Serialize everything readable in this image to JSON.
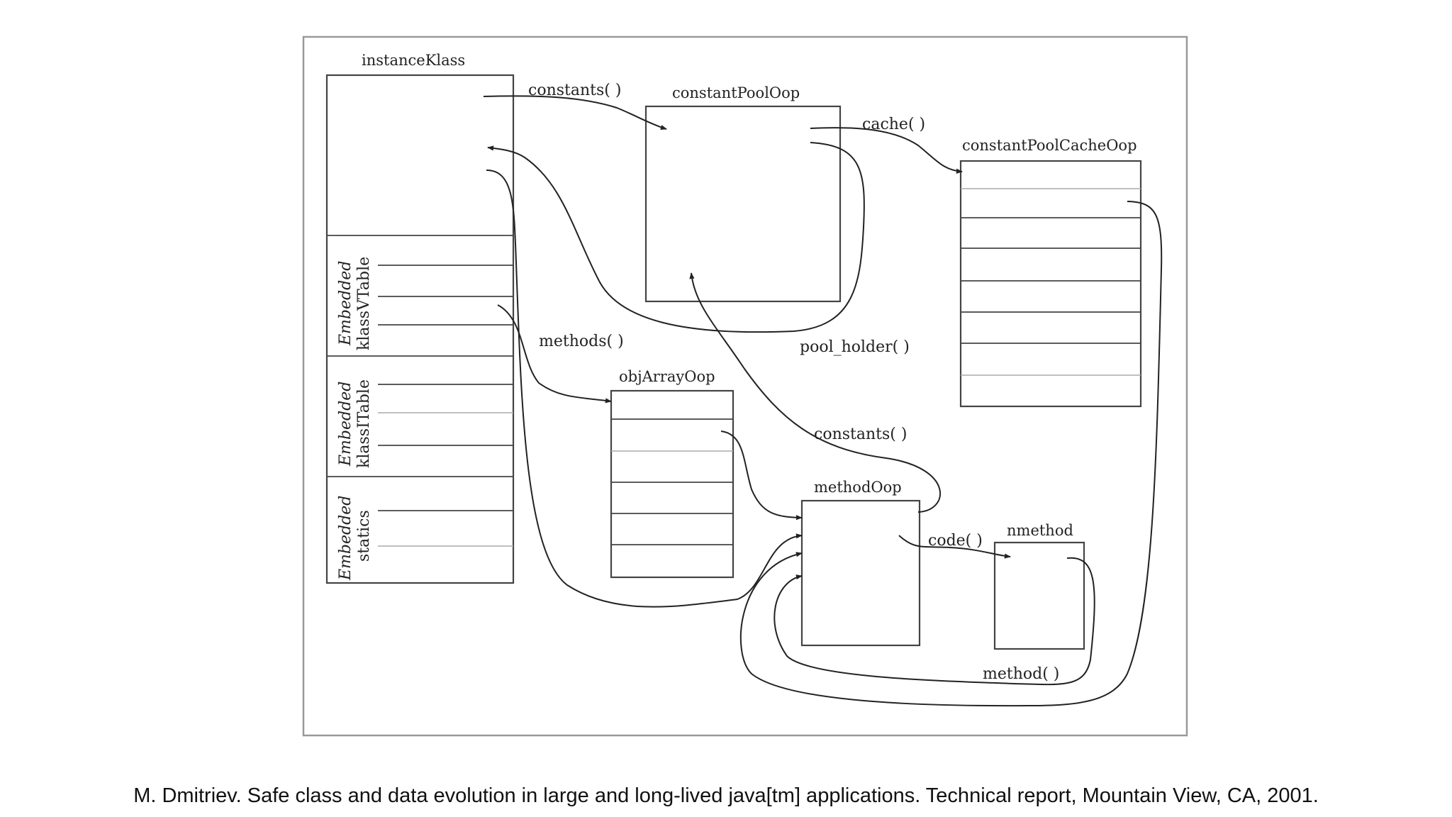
{
  "diagram": {
    "nodes": {
      "instance_klass": {
        "title": "instanceKlass"
      },
      "constant_pool_oop": {
        "title": "constantPoolOop"
      },
      "constant_pool_cache_oop": {
        "title": "constantPoolCacheOop"
      },
      "obj_array_oop": {
        "title": "objArrayOop"
      },
      "method_oop": {
        "title": "methodOop"
      },
      "nmethod": {
        "title": "nmethod"
      }
    },
    "sections": {
      "vtable": {
        "line1": "Embedded",
        "line2": "klassVTable"
      },
      "itable": {
        "line1": "Embedded",
        "line2": "klassITable"
      },
      "statics": {
        "line1": "Embedded",
        "line2": "statics"
      }
    },
    "edges": {
      "constants_top": "constants( )",
      "cache": "cache( )",
      "methods": "methods( )",
      "pool_holder": "pool_holder( )",
      "constants_method": "constants( )",
      "code": "code( )",
      "method": "method( )"
    }
  },
  "caption": "M. Dmitriev. Safe class and data evolution in large and long-lived java[tm] applications. Technical report, Mountain View, CA, 2001."
}
